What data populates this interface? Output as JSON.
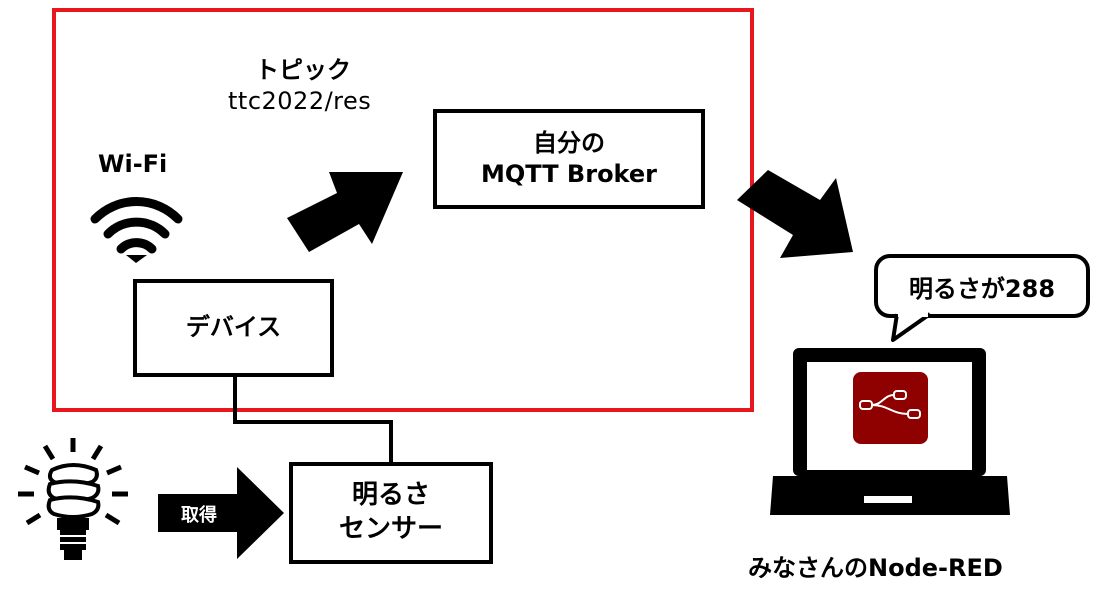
{
  "topic": {
    "title": "トピック",
    "value": "ttc2022/res"
  },
  "wifi": {
    "label": "Wi-Fi"
  },
  "broker": {
    "line1": "自分の",
    "line2": "MQTT Broker"
  },
  "device": {
    "label": "デバイス"
  },
  "sensor": {
    "line1": "明るさ",
    "line2": "センサー"
  },
  "acquire": {
    "label": "取得"
  },
  "bubble": {
    "text": "明るさが288"
  },
  "node_red": {
    "caption": "みなさんのNode-RED",
    "logo_color": "#8f0000"
  },
  "colors": {
    "frame": "#e8161d",
    "ink": "#000000"
  }
}
